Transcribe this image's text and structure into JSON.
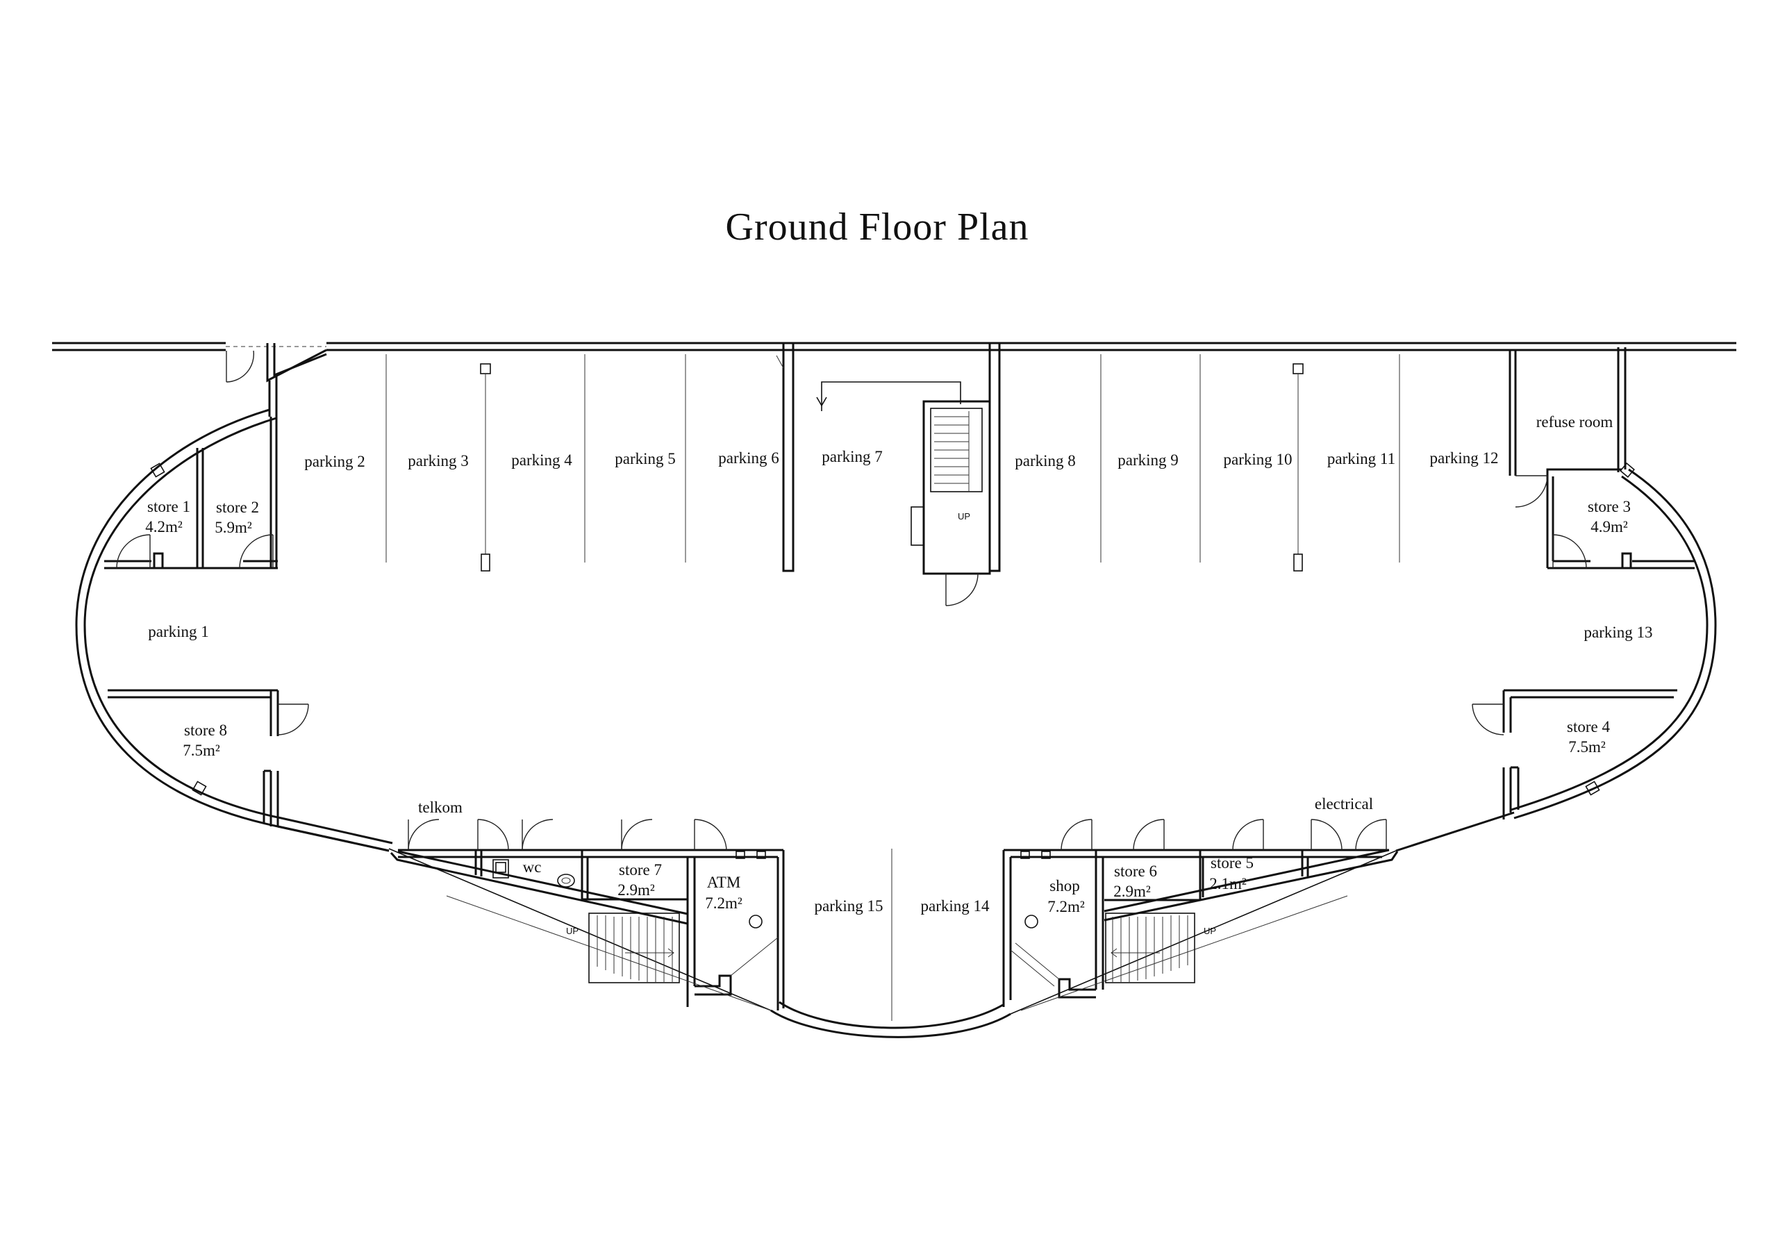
{
  "title": "Ground Floor Plan",
  "spaces": {
    "parking_1": "parking 1",
    "parking_2": "parking 2",
    "parking_3": "parking 3",
    "parking_4": "parking 4",
    "parking_5": "parking 5",
    "parking_6": "parking 6",
    "parking_7": "parking 7",
    "parking_8": "parking 8",
    "parking_9": "parking 9",
    "parking_10": "parking 10",
    "parking_11": "parking 11",
    "parking_12": "parking 12",
    "parking_13": "parking 13",
    "parking_14": "parking 14",
    "parking_15": "parking 15",
    "refuse_room": "refuse room",
    "telkom": "telkom",
    "wc": "wc",
    "electrical": "electrical"
  },
  "units": {
    "store_1": {
      "name": "store 1",
      "area": "4.2m²"
    },
    "store_2": {
      "name": "store 2",
      "area": "5.9m²"
    },
    "store_3": {
      "name": "store 3",
      "area": "4.9m²"
    },
    "store_4": {
      "name": "store 4",
      "area": "7.5m²"
    },
    "store_5": {
      "name": "store 5",
      "area": "2.1m²"
    },
    "store_6": {
      "name": "store 6",
      "area": "2.9m²"
    },
    "store_7": {
      "name": "store 7",
      "area": "2.9m²"
    },
    "store_8": {
      "name": "store 8",
      "area": "7.5m²"
    },
    "atm": {
      "name": "ATM",
      "area": "7.2m²"
    },
    "shop": {
      "name": "shop",
      "area": "7.2m²"
    }
  },
  "stairs": {
    "core_up": "UP",
    "left_up": "UP",
    "right_up": "UP"
  }
}
